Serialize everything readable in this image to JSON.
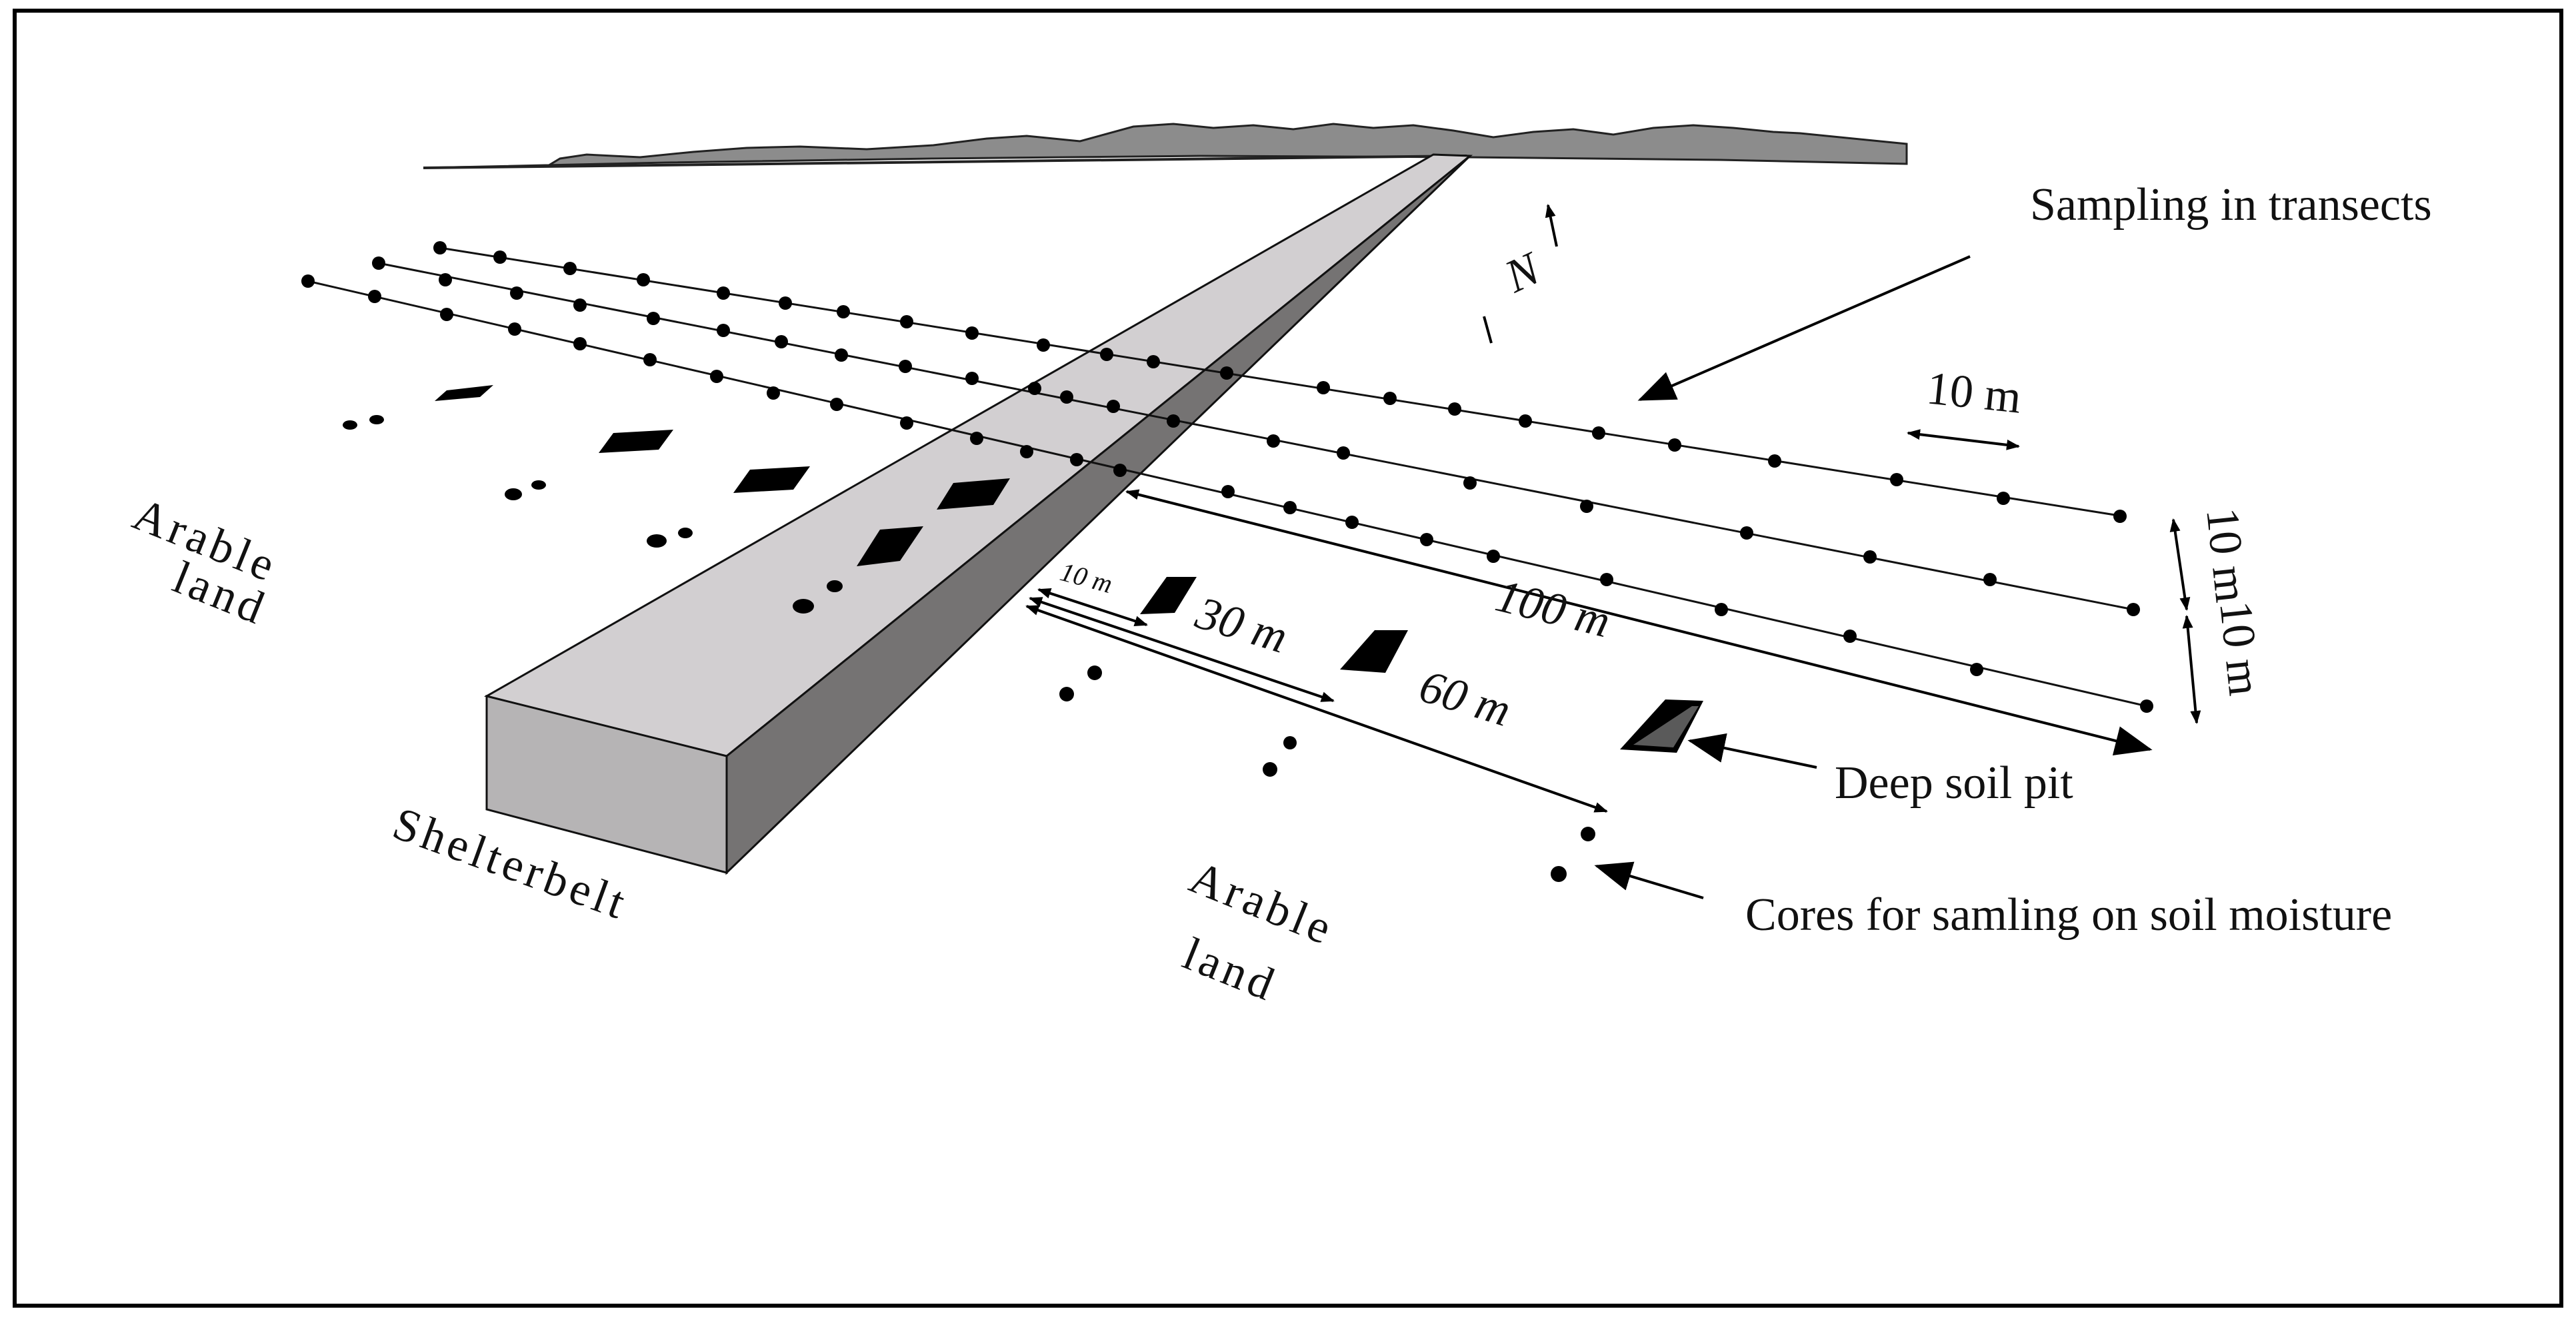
{
  "labels": {
    "sampling_transects": "Sampling in transects",
    "deep_soil_pit": "Deep soil pit",
    "cores_soil_moisture": "Cores for samling on soil moisture",
    "shelterbelt": "Shelterbelt",
    "arable_land_left_1": "Arable",
    "arable_land_left_2": "land",
    "arable_land_right_1": "Arable",
    "arable_land_right_2": "land",
    "north": "N",
    "dist_10m_top": "10 m",
    "dist_10m_a": "10 m",
    "dist_10m_b": "10 m",
    "dist_100m": "100 m",
    "dist_10m_small": "10 m",
    "dist_30m": "30 m",
    "dist_60m": "60 m"
  },
  "colors": {
    "frame": "#000000",
    "belt_top": "#d2cfd1",
    "belt_side": "#757373",
    "belt_end": "#b6b4b5",
    "horizon": "#8c8c8c",
    "mark": "#000000"
  }
}
